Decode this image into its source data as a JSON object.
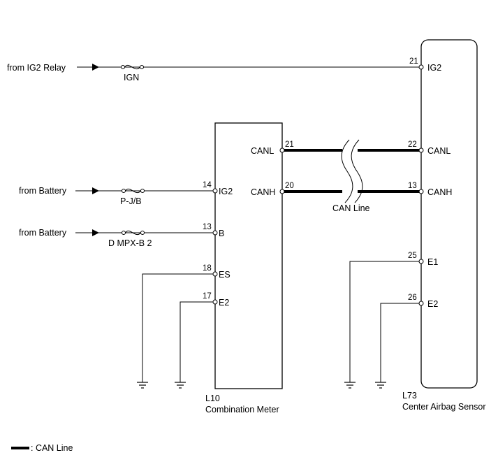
{
  "sources": {
    "ig2_relay": "from IG2 Relay",
    "battery_1": "from Battery",
    "battery_2": "from Battery"
  },
  "fuses": {
    "ign": "IGN",
    "pjb": "P-J/B",
    "dmpxb2": "D MPX-B 2"
  },
  "combination_meter": {
    "code": "L10",
    "name": "Combination Meter",
    "pins": {
      "ig2": {
        "num": "14",
        "label": "IG2"
      },
      "b": {
        "num": "13",
        "label": "B"
      },
      "es": {
        "num": "18",
        "label": "ES"
      },
      "e2": {
        "num": "17",
        "label": "E2"
      },
      "canl": {
        "num": "21",
        "label": "CANL"
      },
      "canh": {
        "num": "20",
        "label": "CANH"
      }
    }
  },
  "airbag_sensor": {
    "code": "L73",
    "name": "Center Airbag Sensor",
    "pins": {
      "ig2": {
        "num": "21",
        "label": "IG2"
      },
      "canl": {
        "num": "22",
        "label": "CANL"
      },
      "canh": {
        "num": "13",
        "label": "CANH"
      },
      "e1": {
        "num": "25",
        "label": "E1"
      },
      "e2": {
        "num": "26",
        "label": "E2"
      }
    }
  },
  "can_line_label": "CAN Line",
  "legend": {
    "text": ": CAN Line"
  }
}
